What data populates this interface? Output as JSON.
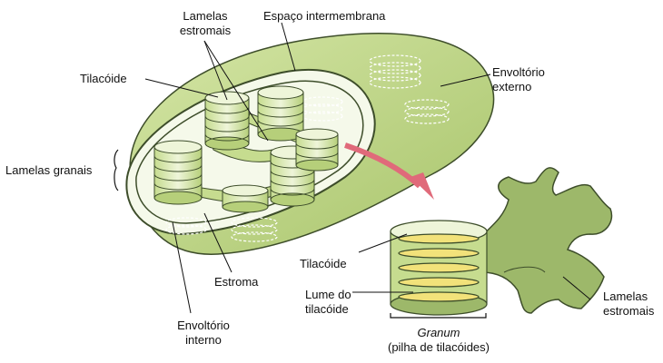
{
  "diagram": {
    "labels": {
      "lamelas_estromais_top_1": "Lamelas",
      "lamelas_estromais_top_2": "estromais",
      "espaco_intermembrana": "Espaço intermembrana",
      "tilacoide_top": "Tilacóide",
      "envoltorio_externo_1": "Envoltório",
      "envoltorio_externo_2": "externo",
      "lamelas_granais": "Lamelas granais",
      "estroma": "Estroma",
      "envoltorio_interno_1": "Envoltório",
      "envoltorio_interno_2": "interno",
      "tilacoide_detail": "Tilacóide",
      "lume_1": "Lume do",
      "lume_2": "tilacóide",
      "granum": "Granum",
      "pilha": "(pilha de tilacóides)",
      "lamelas_estromais_right_1": "Lamelas",
      "lamelas_estromais_right_2": "estromais"
    },
    "colors": {
      "outer_green": "#b9d27e",
      "inner_green": "#d9e8b3",
      "dark_green": "#7f9a4a",
      "membrane": "#3d4d2a",
      "arrow": "#e06a7a",
      "lumen": "#f2e27a"
    }
  }
}
